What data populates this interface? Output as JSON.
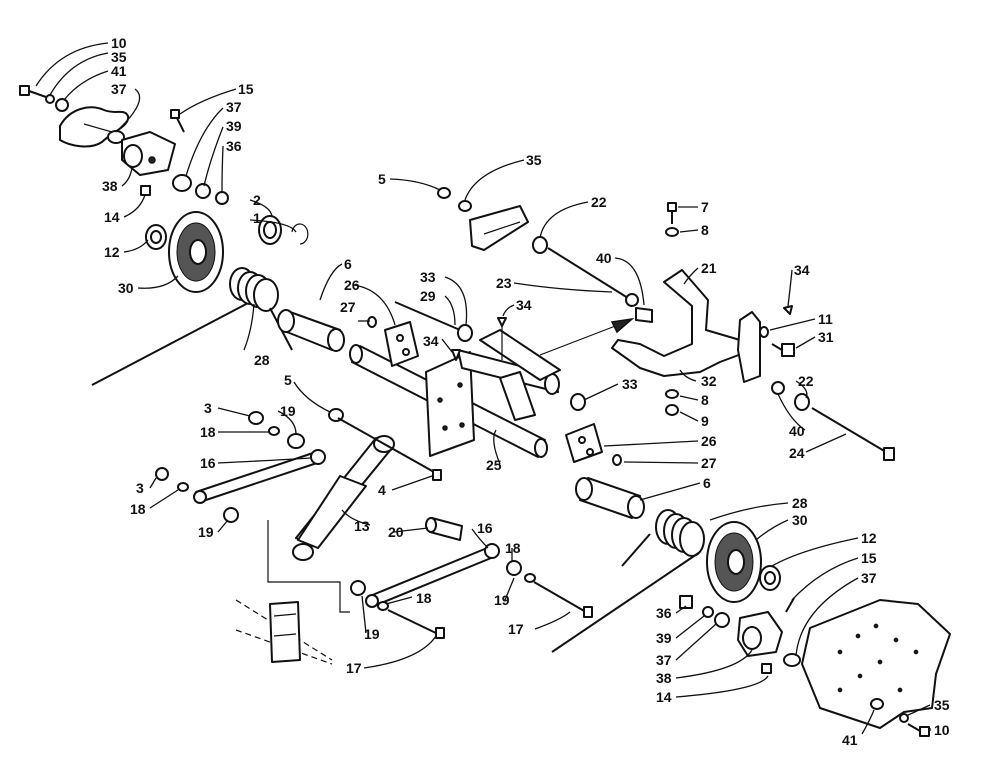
{
  "callouts": [
    {
      "id": "c1",
      "text": "10"
    },
    {
      "id": "c2",
      "text": "35"
    },
    {
      "id": "c3",
      "text": "41"
    },
    {
      "id": "c4",
      "text": "37"
    },
    {
      "id": "c5",
      "text": "15"
    },
    {
      "id": "c6",
      "text": "37"
    },
    {
      "id": "c7",
      "text": "39"
    },
    {
      "id": "c8",
      "text": "36"
    },
    {
      "id": "c9",
      "text": "38"
    },
    {
      "id": "c10",
      "text": "14"
    },
    {
      "id": "c11",
      "text": "12"
    },
    {
      "id": "c12",
      "text": "30"
    },
    {
      "id": "c13",
      "text": "2"
    },
    {
      "id": "c14",
      "text": "1"
    },
    {
      "id": "c15",
      "text": "35"
    },
    {
      "id": "c16",
      "text": "5"
    },
    {
      "id": "c17",
      "text": "22"
    },
    {
      "id": "c18",
      "text": "7"
    },
    {
      "id": "c19",
      "text": "8"
    },
    {
      "id": "c20",
      "text": "40"
    },
    {
      "id": "c21",
      "text": "21"
    },
    {
      "id": "c22",
      "text": "34"
    },
    {
      "id": "c23",
      "text": "11"
    },
    {
      "id": "c24",
      "text": "31"
    },
    {
      "id": "c25",
      "text": "6"
    },
    {
      "id": "c26",
      "text": "26"
    },
    {
      "id": "c27",
      "text": "33"
    },
    {
      "id": "c28",
      "text": "29"
    },
    {
      "id": "c29",
      "text": "23"
    },
    {
      "id": "c30",
      "text": "34"
    },
    {
      "id": "c31",
      "text": "27"
    },
    {
      "id": "c32",
      "text": "34"
    },
    {
      "id": "c33",
      "text": "28"
    },
    {
      "id": "c34",
      "text": "5"
    },
    {
      "id": "c35",
      "text": "33"
    },
    {
      "id": "c36",
      "text": "32"
    },
    {
      "id": "c37",
      "text": "8"
    },
    {
      "id": "c38",
      "text": "9"
    },
    {
      "id": "c39",
      "text": "22"
    },
    {
      "id": "c40",
      "text": "40"
    },
    {
      "id": "c41",
      "text": "24"
    },
    {
      "id": "c42",
      "text": "3"
    },
    {
      "id": "c43",
      "text": "19"
    },
    {
      "id": "c44",
      "text": "18"
    },
    {
      "id": "c45",
      "text": "16"
    },
    {
      "id": "c46",
      "text": "3"
    },
    {
      "id": "c47",
      "text": "18"
    },
    {
      "id": "c48",
      "text": "19"
    },
    {
      "id": "c49",
      "text": "4"
    },
    {
      "id": "c50",
      "text": "26"
    },
    {
      "id": "c51",
      "text": "25"
    },
    {
      "id": "c52",
      "text": "27"
    },
    {
      "id": "c53",
      "text": "6"
    },
    {
      "id": "c54",
      "text": "13"
    },
    {
      "id": "c55",
      "text": "20"
    },
    {
      "id": "c56",
      "text": "16"
    },
    {
      "id": "c57",
      "text": "18"
    },
    {
      "id": "c58",
      "text": "19"
    },
    {
      "id": "c59",
      "text": "17"
    },
    {
      "id": "c60",
      "text": "18"
    },
    {
      "id": "c61",
      "text": "19"
    },
    {
      "id": "c62",
      "text": "17"
    },
    {
      "id": "c63",
      "text": "28"
    },
    {
      "id": "c64",
      "text": "30"
    },
    {
      "id": "c65",
      "text": "12"
    },
    {
      "id": "c66",
      "text": "15"
    },
    {
      "id": "c67",
      "text": "37"
    },
    {
      "id": "c68",
      "text": "36"
    },
    {
      "id": "c69",
      "text": "39"
    },
    {
      "id": "c70",
      "text": "37"
    },
    {
      "id": "c71",
      "text": "38"
    },
    {
      "id": "c72",
      "text": "14"
    },
    {
      "id": "c73",
      "text": "35"
    },
    {
      "id": "c74",
      "text": "41"
    },
    {
      "id": "c75",
      "text": "10"
    }
  ]
}
